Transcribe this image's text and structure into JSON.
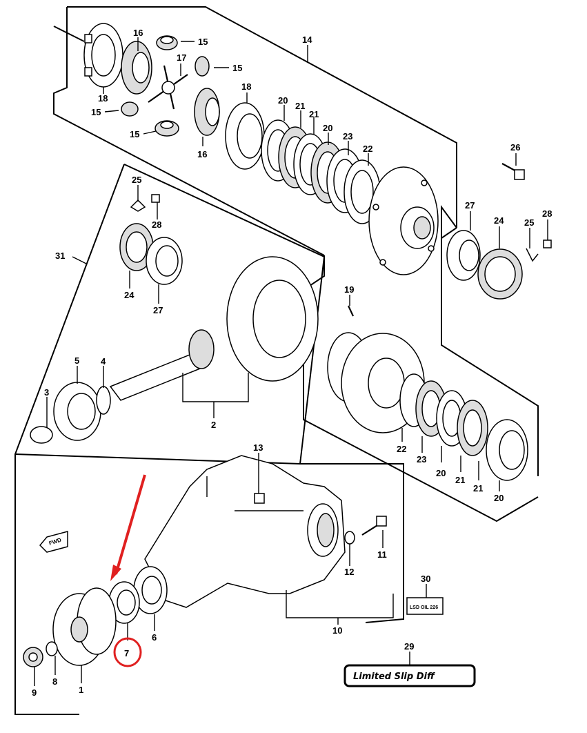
{
  "diagram": {
    "callouts": [
      {
        "id": "c16a",
        "text": "16"
      },
      {
        "id": "c15a",
        "text": "15"
      },
      {
        "id": "c17",
        "text": "17"
      },
      {
        "id": "c15b",
        "text": "15"
      },
      {
        "id": "c18a",
        "text": "18"
      },
      {
        "id": "c15c",
        "text": "15"
      },
      {
        "id": "c15d",
        "text": "15"
      },
      {
        "id": "c16b",
        "text": "16"
      },
      {
        "id": "c18b",
        "text": "18"
      },
      {
        "id": "c20a",
        "text": "20"
      },
      {
        "id": "c21a",
        "text": "21"
      },
      {
        "id": "c21b",
        "text": "21"
      },
      {
        "id": "c20b",
        "text": "20"
      },
      {
        "id": "c23a",
        "text": "23"
      },
      {
        "id": "c22a",
        "text": "22"
      },
      {
        "id": "c14",
        "text": "14"
      },
      {
        "id": "c26",
        "text": "26"
      },
      {
        "id": "c27a",
        "text": "27"
      },
      {
        "id": "c24a",
        "text": "24"
      },
      {
        "id": "c25a",
        "text": "25"
      },
      {
        "id": "c28a",
        "text": "28"
      },
      {
        "id": "c25b",
        "text": "25"
      },
      {
        "id": "c28b",
        "text": "28"
      },
      {
        "id": "c24b",
        "text": "24"
      },
      {
        "id": "c27b",
        "text": "27"
      },
      {
        "id": "c31",
        "text": "31"
      },
      {
        "id": "c19",
        "text": "19"
      },
      {
        "id": "c5",
        "text": "5"
      },
      {
        "id": "c4",
        "text": "4"
      },
      {
        "id": "c3",
        "text": "3"
      },
      {
        "id": "c2",
        "text": "2"
      },
      {
        "id": "c22b",
        "text": "22"
      },
      {
        "id": "c23b",
        "text": "23"
      },
      {
        "id": "c20c",
        "text": "20"
      },
      {
        "id": "c21c",
        "text": "21"
      },
      {
        "id": "c21d",
        "text": "21"
      },
      {
        "id": "c20d",
        "text": "20"
      },
      {
        "id": "c13",
        "text": "13"
      },
      {
        "id": "c11",
        "text": "11"
      },
      {
        "id": "c12",
        "text": "12"
      },
      {
        "id": "c30",
        "text": "30"
      },
      {
        "id": "c10",
        "text": "10"
      },
      {
        "id": "c29",
        "text": "29"
      },
      {
        "id": "c6",
        "text": "6"
      },
      {
        "id": "c7",
        "text": "7"
      },
      {
        "id": "c9",
        "text": "9"
      },
      {
        "id": "c8",
        "text": "8"
      },
      {
        "id": "c1",
        "text": "1"
      }
    ],
    "fwd_label": "FWD",
    "oil_label": "LSD OIL 226",
    "lsd_label": "Limited Slip Diff",
    "highlight_color": "#e02020"
  }
}
